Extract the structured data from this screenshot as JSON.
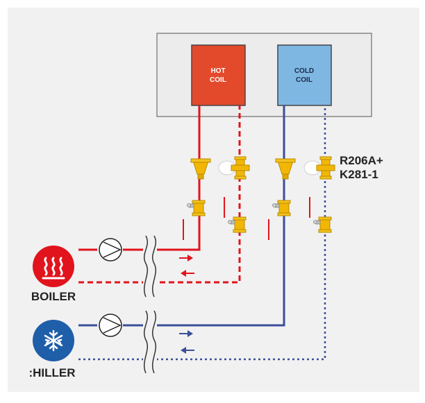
{
  "coils": {
    "hot": {
      "line1": "HOT",
      "line2": "COIL"
    },
    "cold": {
      "line1": "COLD",
      "line2": "COIL"
    }
  },
  "valve_label": {
    "line1": "R206A+",
    "line2": "K281-1"
  },
  "sources": {
    "boiler": {
      "label": "BOILER",
      "icon": "heat-waves-icon"
    },
    "chiller": {
      "label": ":HILLER",
      "icon": "snowflake-icon"
    }
  },
  "colors": {
    "hot_pipe": "#e1131c",
    "cold_pipe": "#3a4f9a",
    "hot_coil_fill": "#e34a2c",
    "cold_coil_fill": "#7fb7e3",
    "valve_brass": "#f2b705",
    "boiler_circle": "#e1131c",
    "chiller_circle": "#1f5ea8",
    "panel_bg": "#f1f1f1",
    "unit_bg": "#ececec"
  }
}
